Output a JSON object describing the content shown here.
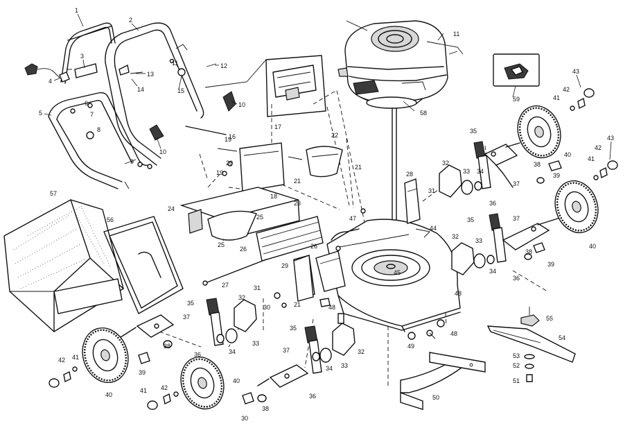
{
  "callouts": {
    "c1": "1",
    "c2": "2",
    "c3": "3",
    "c4": "4",
    "c5": "5",
    "c6": "6",
    "c7": "7",
    "c8": "8",
    "c9": "9",
    "c10a": "10",
    "c10b": "10",
    "c11a": "11",
    "c11b": "11",
    "c12": "12",
    "c13": "13",
    "c14": "14",
    "c15": "15",
    "c16": "16",
    "c17": "17",
    "c18": "18",
    "c19a": "19",
    "c19b": "19",
    "c20": "20",
    "c21a": "21",
    "c21b": "21",
    "c21c": "21",
    "c22": "22",
    "c23": "23",
    "c24": "24",
    "c25a": "25",
    "c25b": "25",
    "c26a": "26",
    "c26b": "26",
    "c27": "27",
    "c28": "28",
    "c29": "29",
    "c30a": "30",
    "c30b": "30",
    "c31a": "31",
    "c31b": "31",
    "c32a": "32",
    "c32b": "32",
    "c32c": "32",
    "c32d": "32",
    "c33a": "33",
    "c33b": "33",
    "c33c": "33",
    "c33d": "33",
    "c34a": "34",
    "c34b": "34",
    "c34c": "34",
    "c34d": "34",
    "c35a": "35",
    "c35b": "35",
    "c35c": "35",
    "c35d": "35",
    "c36a": "36",
    "c36b": "36",
    "c36c": "36",
    "c36d": "36",
    "c37a": "37",
    "c37b": "37",
    "c37c": "37",
    "c37d": "37",
    "c38a": "38",
    "c38b": "38",
    "c38c": "38",
    "c38d": "38",
    "c39a": "39",
    "c39b": "39",
    "c39c": "39",
    "c40a": "40",
    "c40b": "40",
    "c40c": "40",
    "c40d": "40",
    "c41a": "41",
    "c41b": "41",
    "c41c": "41",
    "c41d": "41",
    "c42a": "42",
    "c42b": "42",
    "c42c": "42",
    "c42d": "42",
    "c43a": "43",
    "c43b": "43",
    "c44": "44",
    "c45": "45",
    "c47": "47",
    "c48a": "48",
    "c48b": "48",
    "c48c": "48",
    "c49": "49",
    "c50": "50",
    "c51": "51",
    "c52": "52",
    "c53": "53",
    "c54": "54",
    "c55": "55",
    "c56": "56",
    "c57": "57",
    "c58": "58",
    "c59": "59"
  }
}
